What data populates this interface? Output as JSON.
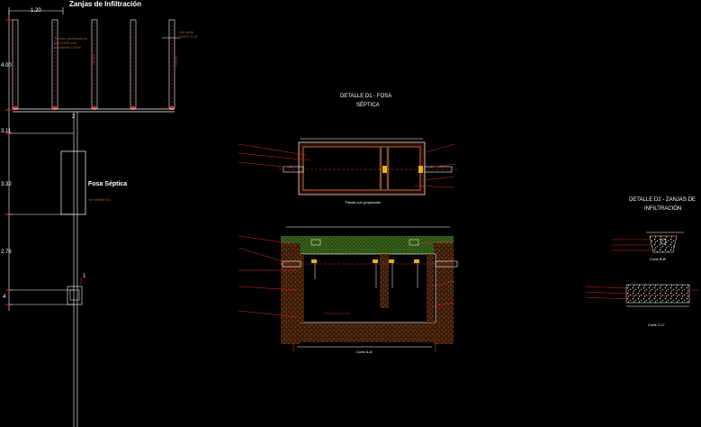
{
  "colors": {
    "background": "#000000",
    "line_white": "#ffffff",
    "line_red": "#e2281e",
    "brown": "#8a4a22",
    "note_brown": "#b8703c",
    "green": "#3d7a22",
    "yellow": "#e6b21a"
  },
  "plan": {
    "title": "Zanjas de Infiltración",
    "dim_top": "1.20",
    "dim_400": "4.00",
    "dim_311": "3.11",
    "dim_332": "3.32",
    "dim_276": "2.76",
    "label_4": "4",
    "label_1": "1",
    "label_2": "2",
    "note_left": "Tubería perforada de pvc Ø100 mm pendiente 0.50%",
    "note_right": "Ver corte D2/P7 C-47",
    "septic_label": "Fosa Séptica",
    "septic_ref": "Ver detalle D1"
  },
  "detail1": {
    "title_line1": "DETALLE D1 - FOSA",
    "title_line2": "SÉPTICA",
    "plan_caption": "Planta con proyección",
    "section_caption": "Corte A-A'"
  },
  "detail2": {
    "title_line1": "DETALLE D2 - ZANJAS DE",
    "title_line2": "INFILTRACIÓN",
    "caption_b": "Corte B-B'",
    "caption_c": "Corte C-C'"
  }
}
